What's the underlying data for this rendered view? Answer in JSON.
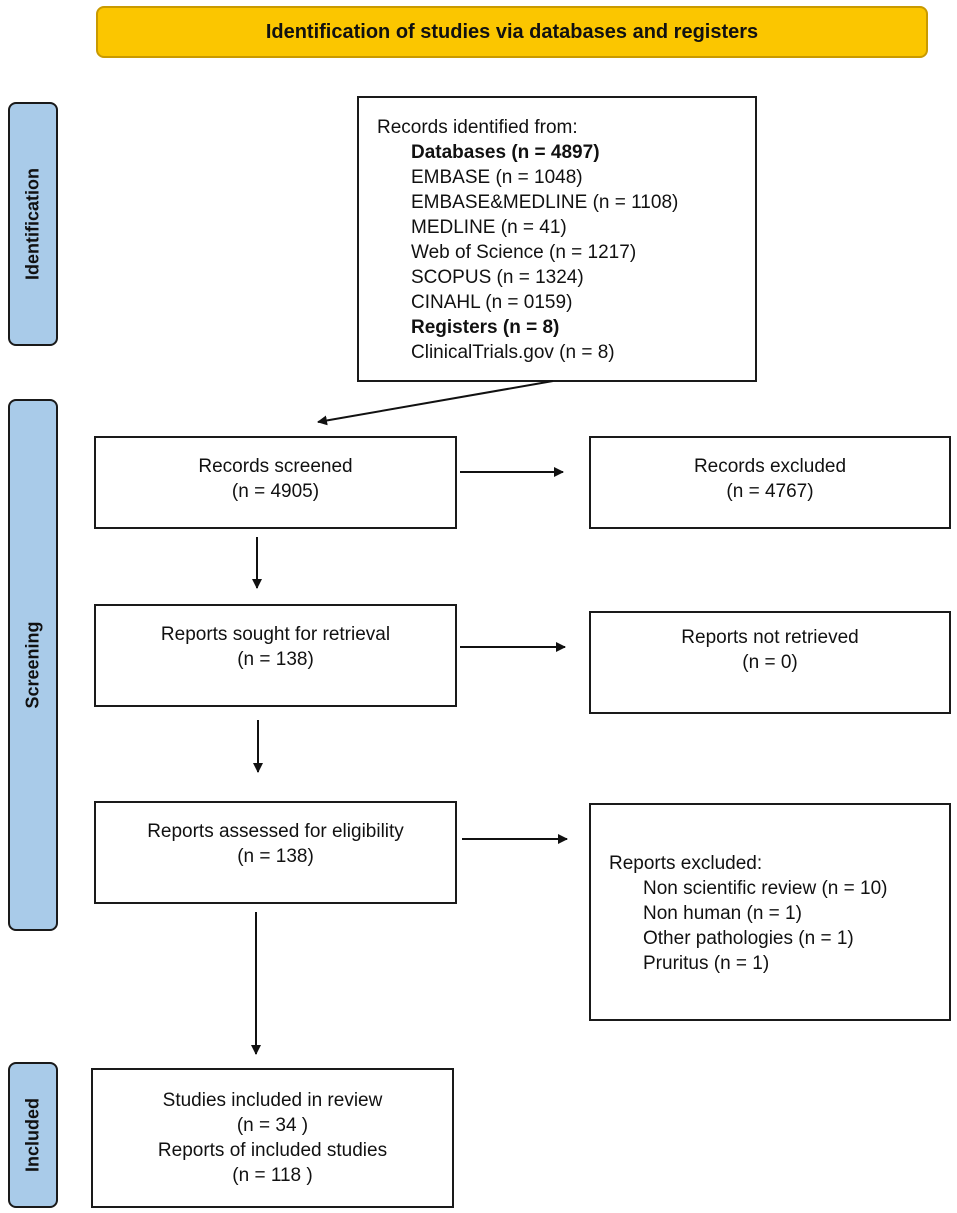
{
  "header": {
    "title": "Identification of studies via databases and registers"
  },
  "phases": {
    "identification": "Identification",
    "screening": "Screening",
    "included": "Included"
  },
  "identified": {
    "title": "Records identified from:",
    "databases_label": "Databases (n = 4897)",
    "databases": [
      "EMBASE (n = 1048)",
      "EMBASE&MEDLINE (n = 1108)",
      "MEDLINE (n = 41)",
      "Web of Science (n = 1217)",
      "SCOPUS (n = 1324)",
      "CINAHL (n = 0159)"
    ],
    "registers_label": "Registers (n = 8)",
    "registers": [
      "ClinicalTrials.gov (n = 8)"
    ]
  },
  "screened": {
    "label": "Records screened",
    "count": "(n = 4905)"
  },
  "excluded": {
    "label": "Records excluded",
    "count": "(n = 4767)"
  },
  "sought": {
    "label": "Reports sought for retrieval",
    "count": "(n = 138)"
  },
  "not_retrieved": {
    "label": "Reports not retrieved",
    "count": "(n = 0)"
  },
  "assessed": {
    "label": "Reports assessed for eligibility",
    "count": "(n = 138)"
  },
  "reports_excluded": {
    "title": "Reports excluded:",
    "reasons": [
      "Non scientific review (n = 10)",
      "Non human (n = 1)",
      "Other pathologies (n = 1)",
      "Pruritus (n = 1)"
    ]
  },
  "included": {
    "studies_label": "Studies included in review",
    "studies_count": "(n = 34 )",
    "reports_label": "Reports of included studies",
    "reports_count": "(n = 118 )"
  }
}
